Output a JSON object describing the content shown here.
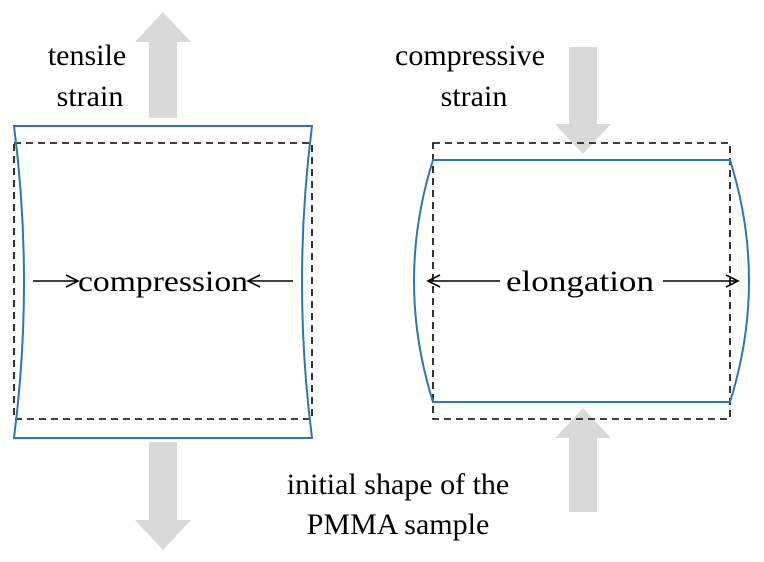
{
  "labels": {
    "tensile_line1": "tensile",
    "tensile_line2": "strain",
    "compressive_line1": "compressive",
    "compressive_line2": "strain",
    "compression": "compression",
    "elongation": "elongation",
    "initial_line1": "initial shape of the",
    "initial_line2": "PMMA sample"
  },
  "colors": {
    "deformed_outline": "#2e75b6",
    "initial_outline": "#000000",
    "load_arrow": "#d9d9d9"
  }
}
